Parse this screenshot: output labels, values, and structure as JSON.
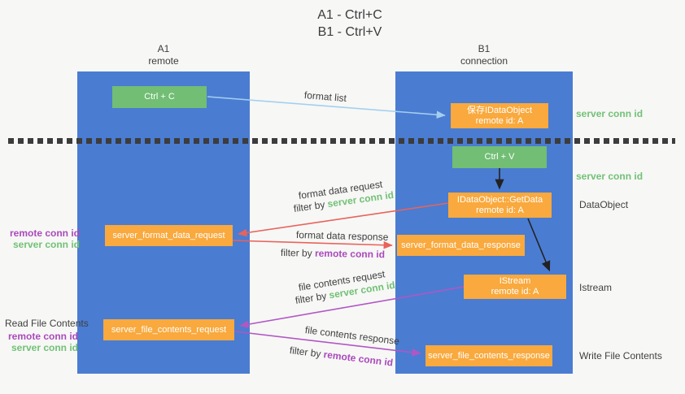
{
  "title": {
    "line1": "A1 - Ctrl+C",
    "line2": "B1 - Ctrl+V"
  },
  "columns": {
    "a1": {
      "name": "A1",
      "subtitle": "remote"
    },
    "b1": {
      "name": "B1",
      "subtitle": "connection"
    }
  },
  "nodes": {
    "ctrl_c": {
      "label": "Ctrl + C"
    },
    "ctrl_v": {
      "label": "Ctrl + V"
    },
    "save_idataobject": {
      "line1": "保存IDataObject",
      "line2": "remote id: A"
    },
    "getdata": {
      "line1": "IDataObject::GetData",
      "line2": "remote id: A"
    },
    "istream": {
      "line1": "IStream",
      "line2": "remote id: A"
    },
    "server_format_data_request": {
      "label": "server_format_data_request"
    },
    "server_format_data_response": {
      "label": "server_format_data_response"
    },
    "server_file_contents_request": {
      "label": "server_file_contents_request"
    },
    "server_file_contents_response": {
      "label": "server_file_contents_response"
    }
  },
  "right_labels": {
    "server_conn_id_top": "server conn id",
    "server_conn_id_mid": "server conn id",
    "dataobject": "DataObject",
    "istream": "Istream",
    "write_file_contents": "Write File Contents"
  },
  "left_labels": {
    "format_remote_conn_id": "remote conn id",
    "format_server_conn_id": "server conn id",
    "read_file_contents": "Read File Contents",
    "file_remote_conn_id": "remote conn id",
    "file_server_conn_id": "server conn id"
  },
  "arrows": {
    "format_list": {
      "label": "format list"
    },
    "format_data_request": {
      "label": "format data request",
      "filter_prefix": "filter by ",
      "filter_key": "server conn id"
    },
    "format_data_response": {
      "label": "format data response",
      "filter_prefix": "filter by ",
      "filter_key": "remote conn id"
    },
    "file_contents_request": {
      "label": "file contents request",
      "filter_prefix": "filter by ",
      "filter_key": "server conn id"
    },
    "file_contents_response": {
      "label": "file contents response",
      "filter_prefix": "filter by ",
      "filter_key": "remote conn id"
    }
  },
  "colors": {
    "column_blue": "#4a7cd2",
    "box_green": "#71be74",
    "box_orange": "#f9a93d",
    "green_label": "#72c175",
    "purple_label": "#aa4abb",
    "arrow_red": "#e8635a",
    "arrow_purple": "#b157c3",
    "arrow_lightblue": "#a3cfee",
    "arrow_black": "#222222",
    "divider_dark": "#3c3c3c",
    "background": "#f7f7f6",
    "text_dark": "#3f3f3f"
  }
}
